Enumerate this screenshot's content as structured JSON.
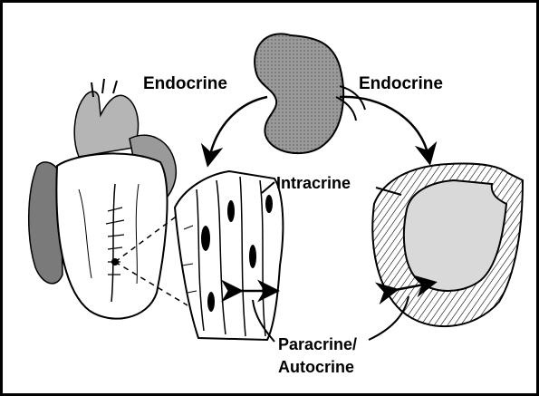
{
  "labels": {
    "endocrine_left": "Endocrine",
    "endocrine_right": "Endocrine",
    "intracrine": "Intracrine",
    "paracrine_line1": "Paracrine/",
    "paracrine_line2": "Autocrine"
  },
  "icons": [
    "kidney-icon",
    "heart-icon",
    "muscle-fiber-icon",
    "blood-vessel-icon"
  ],
  "colors": {
    "stroke": "#000000",
    "gray": "#8a8a8a",
    "lightgray": "#c8c8c8",
    "background": "#ffffff"
  }
}
